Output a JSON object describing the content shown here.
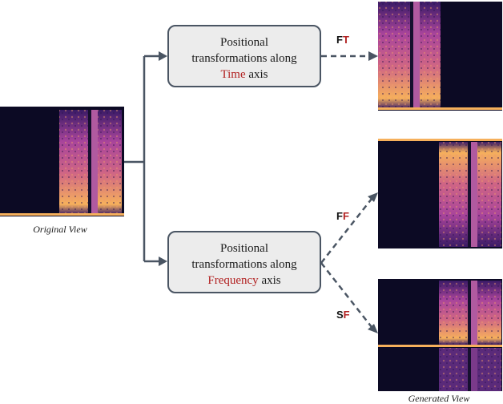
{
  "original_caption": "Original View",
  "generated_caption": "Generated View",
  "time_box": {
    "line1": "Positional",
    "line2": "transformations along",
    "accent": "Time",
    "rest": " axis"
  },
  "freq_box": {
    "line1": "Positional",
    "line2": "transformations along",
    "accent": "Frequency",
    "rest": " axis"
  },
  "tags": {
    "ft": {
      "first": "F",
      "second": "T"
    },
    "ff": {
      "first": "F",
      "second": "F"
    },
    "sf": {
      "first": "S",
      "second": "F"
    }
  },
  "colors": {
    "accent": "#b22222",
    "arrow": "#4a5563",
    "box_fill": "#ececec",
    "box_stroke": "#4a5563",
    "spectrogram_dark": "#0c0a24",
    "spectrogram_mid": "#8a3f9a",
    "spectrogram_bright": "#f0a25c"
  }
}
